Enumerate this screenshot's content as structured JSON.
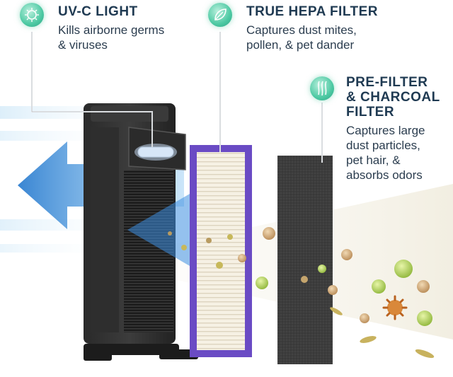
{
  "callouts": [
    {
      "title": "UV-C LIGHT",
      "desc_lines": [
        "Kills airborne germs",
        "& viruses"
      ],
      "icon": "germ-icon"
    },
    {
      "title": "TRUE HEPA FILTER",
      "desc_lines": [
        "Captures dust mites,",
        "pollen, & pet dander"
      ],
      "icon": "leaf-icon"
    },
    {
      "title_lines": [
        "PRE-FILTER",
        "& CHARCOAL",
        "FILTER"
      ],
      "desc_lines": [
        "Captures large",
        "dust particles,",
        "pet hair, &",
        "absorbs odors"
      ],
      "icon": "hair-icon"
    }
  ],
  "colors": {
    "title_text": "#1f3a52",
    "icon_green": "#4dc9a3",
    "hepa_frame": "#6a4bc4",
    "charcoal": "#3b3b3b",
    "air_blue": "#2f7fd0"
  }
}
